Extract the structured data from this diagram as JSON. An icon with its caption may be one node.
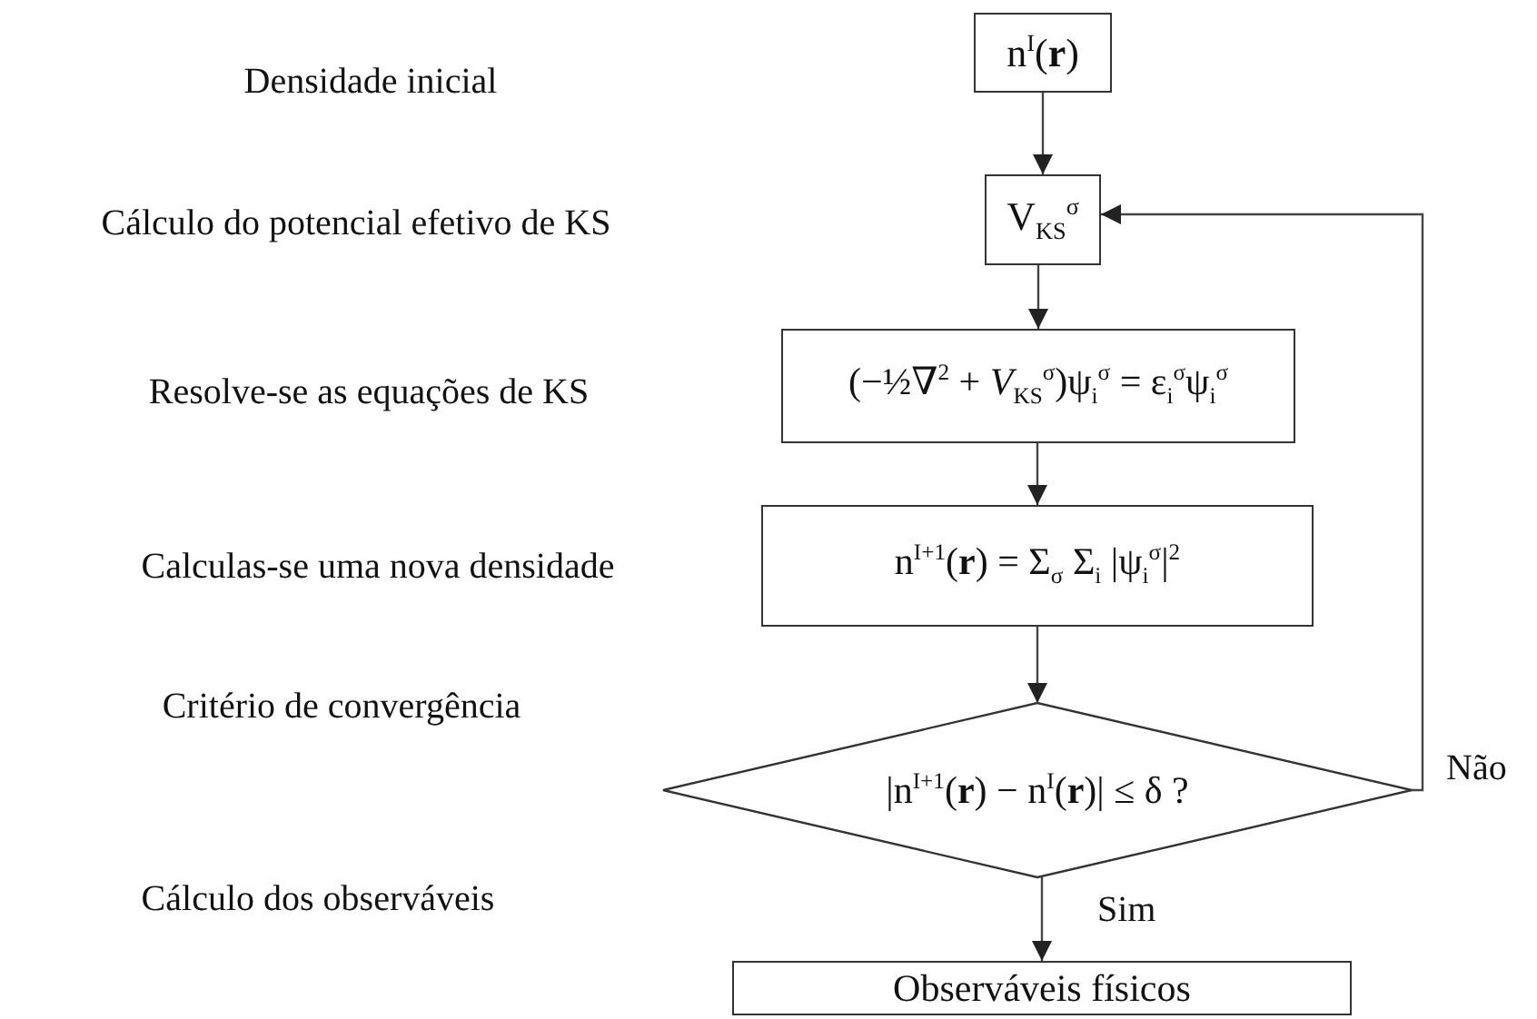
{
  "diagram": {
    "nodes": [
      {
        "text": [
          "n$^{I}$(**r**)"
        ]
      },
      {
        "text": [
          "V$_{KS}$$^{σ}$"
        ]
      },
      {
        "text": [
          "(−½∇$^{2}$ + *V*$_{KS}$$^{σ}$)ψ$_{i}$$^{σ}$ = ε$_{i}$$^{σ}$ψ$_{i}$$^{σ}$"
        ]
      },
      {
        "text": [
          "n$^{I+1}$(**r**) = Σ$_{σ}$ Σ$_{i}$ |ψ$_{i}$$^{σ}$|$^{2}$"
        ]
      },
      {
        "text": [
          "|n$^{I+1}$(**r**) − n$^{I}$(**r**)| ≤ δ ?"
        ]
      },
      {
        "text": [
          "Observáveis físicos"
        ]
      }
    ],
    "edges": [
      {
        "from": 0,
        "to": 1,
        "arrow": "to"
      },
      {
        "from": 1,
        "to": 2,
        "arrow": "to"
      },
      {
        "from": 2,
        "to": 3,
        "arrow": "to"
      },
      {
        "from": 3,
        "to": 4,
        "arrow": "to"
      },
      {
        "from": 4,
        "to": 1,
        "arrow": "to",
        "label": "Não"
      },
      {
        "from": 4,
        "to": 5,
        "arrow": "to",
        "label": "Sim"
      }
    ],
    "labels": [
      "Densidade inicial",
      "Cálculo do potencial efetivo de KS",
      "Resolve-se as equações de KS",
      "Calculas-se uma nova densidade",
      "Critério de convergência",
      "Cálculo dos observáveis"
    ]
  }
}
